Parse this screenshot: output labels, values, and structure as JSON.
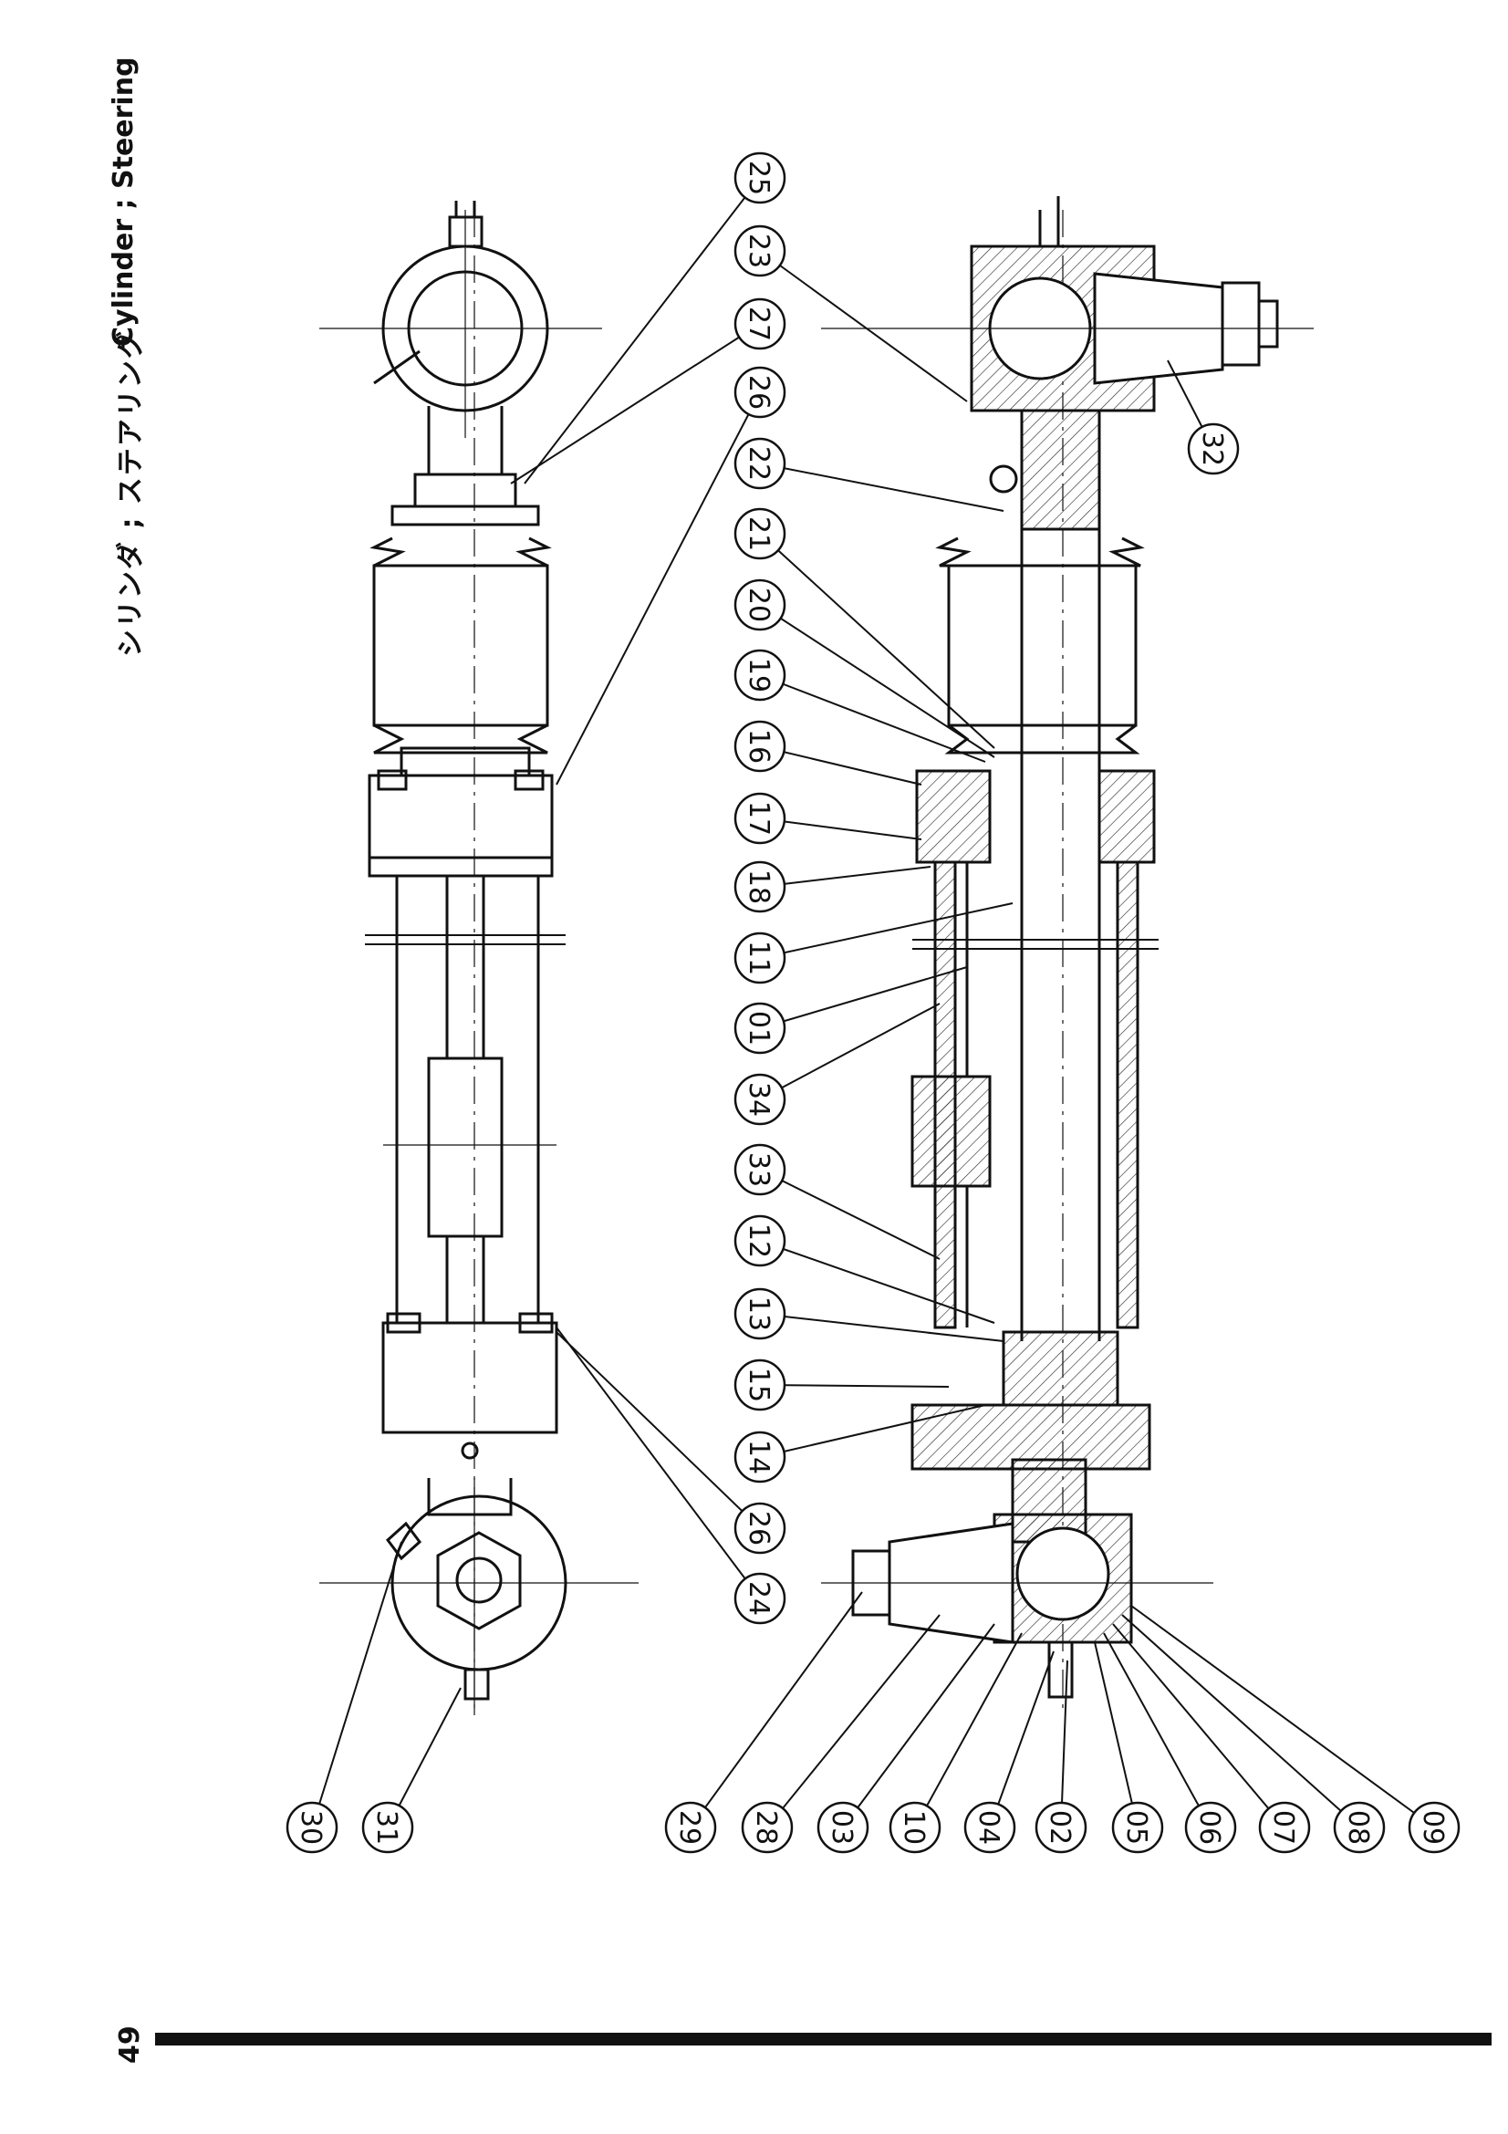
{
  "header": {
    "title_jp": "シリンダ ; ステアリング",
    "title_en": "Cylinder ; Steering"
  },
  "page_number": "49",
  "callouts": {
    "right_view": [
      "25",
      "23",
      "27",
      "26",
      "22",
      "21",
      "20",
      "19",
      "16",
      "17",
      "18",
      "11",
      "01",
      "34",
      "33",
      "12",
      "13",
      "15",
      "14",
      "26",
      "24"
    ],
    "lower_left": [
      "30",
      "31"
    ],
    "lower_right": [
      "29",
      "28",
      "03",
      "10",
      "04",
      "02",
      "05",
      "06",
      "07",
      "08",
      "09"
    ],
    "single": [
      "32"
    ]
  }
}
